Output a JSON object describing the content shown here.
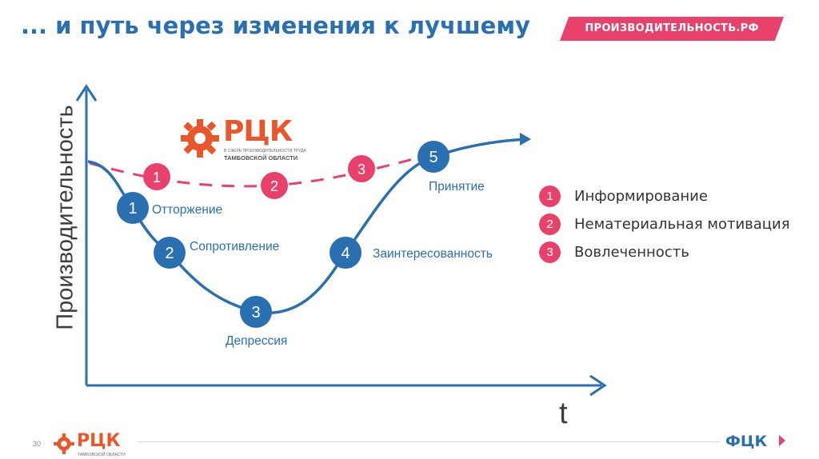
{
  "header": {
    "title": "... и путь через изменения к лучшему",
    "badge": "ПРОИЗВОДИТЕЛЬНОСТЬ.РФ"
  },
  "axes": {
    "y_label": "Производительность",
    "x_label": "t"
  },
  "stages": [
    {
      "num": "1",
      "label": "Отторжение"
    },
    {
      "num": "2",
      "label": "Сопротивление"
    },
    {
      "num": "3",
      "label": "Депрессия"
    },
    {
      "num": "4",
      "label": "Заинтересованность"
    },
    {
      "num": "5",
      "label": "Принятие"
    }
  ],
  "pink_markers": [
    "1",
    "2",
    "3"
  ],
  "legend": [
    {
      "num": "1",
      "text": "Информирование"
    },
    {
      "num": "2",
      "text": "Нематериальная мотивация"
    },
    {
      "num": "3",
      "text": "Вовлеченность"
    }
  ],
  "logo": {
    "letters": "РЦК",
    "line1": "В СФЕРЕ ПРОИЗВОДИТЕЛЬНОСТИ ТРУДА",
    "line2": "ТАМБОВСКОЙ ОБЛАСТИ"
  },
  "footer": {
    "page_number": "30",
    "logo_letters": "РЦК",
    "right_logo": "ФЦК"
  },
  "colors": {
    "blue": "#2a6fb0",
    "pink": "#e8416b",
    "orange": "#e8572c"
  },
  "icons": [
    "gear-icon",
    "arrow-icon"
  ]
}
